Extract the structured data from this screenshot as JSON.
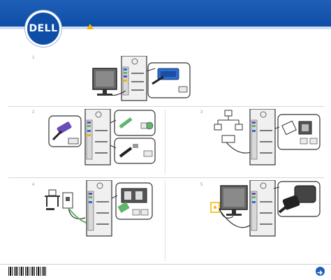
{
  "brand": {
    "logo_text": "DELL"
  },
  "colors": {
    "header_blue": "#1f5fb8",
    "accent_yellow": "#f2b400",
    "connector_blue": "#2a6ed1",
    "connector_green": "#5fb56b",
    "connector_purple": "#6b4bb5"
  },
  "steps": [
    {
      "number": "1",
      "label": "connect-monitor"
    },
    {
      "number": "2",
      "label": "connect-keyboard-mouse"
    },
    {
      "number": "3",
      "label": "connect-network"
    },
    {
      "number": "4",
      "label": "connect-modem"
    },
    {
      "number": "5",
      "label": "connect-power"
    }
  ],
  "footer": {
    "barcode_text": "",
    "next_icon": "arrow-right-icon"
  }
}
